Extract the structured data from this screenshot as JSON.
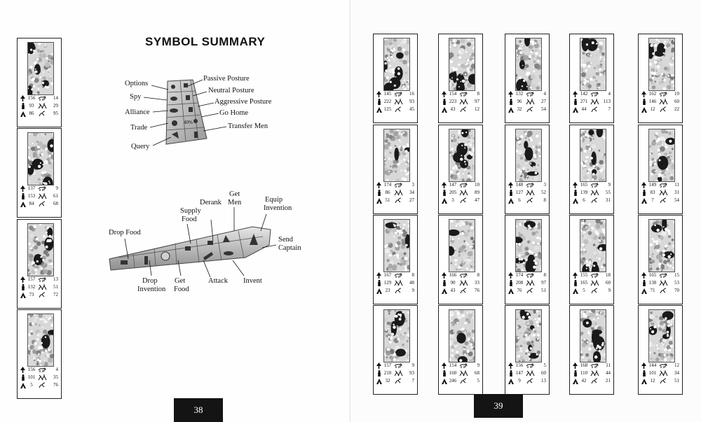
{
  "left_page": {
    "title": "SYMBOL SUMMARY",
    "page_number": "38",
    "cards": [
      {
        "trees": "156",
        "horse": "14",
        "men": "93",
        "camp": "29",
        "tent": "86",
        "bird": "95"
      },
      {
        "trees": "137",
        "horse": "9",
        "men": "153",
        "camp": "61",
        "tent": "84",
        "bird": "68"
      },
      {
        "trees": "157",
        "horse": "13",
        "men": "132",
        "camp": "51",
        "tent": "73",
        "bird": "72"
      },
      {
        "trees": "156",
        "horse": "4",
        "men": "101",
        "camp": "35",
        "tent": "5",
        "bird": "76"
      }
    ],
    "panel1_labels": {
      "options": "Options",
      "spy": "Spy",
      "alliance": "Alliance",
      "trade": "Trade",
      "query": "Query",
      "passive": "Passive Posture",
      "neutral": "Neutral  Posture",
      "aggressive": "Aggressive Posture",
      "go_home": "Go Home",
      "transfer": "Transfer Men"
    },
    "panel1_icon_text": "40%",
    "panel2_labels": {
      "drop_food": "Drop Food",
      "supply": "Supply",
      "supply2": "Food",
      "derank": "Derank",
      "get_men": "Get",
      "get_men2": "Men",
      "equip": "Equip",
      "equip2": "Invention",
      "send": "Send",
      "send2": "Captain",
      "drop_inv": "Drop",
      "drop_inv2": "Invention",
      "get_food": "Get",
      "get_food2": "Food",
      "attack": "Attack",
      "invent": "Invent"
    }
  },
  "right_page": {
    "page_number": "39",
    "cards": [
      [
        {
          "trees": "145",
          "horse": "16",
          "men": "222",
          "camp": "93",
          "tent": "125",
          "bird": "45"
        },
        {
          "trees": "154",
          "horse": "8",
          "men": "223",
          "camp": "97",
          "tent": "43",
          "bird": "12"
        },
        {
          "trees": "132",
          "horse": "4",
          "men": "96",
          "camp": "27",
          "tent": "32",
          "bird": "54"
        },
        {
          "trees": "142",
          "horse": "4",
          "men": "271",
          "camp": "113",
          "tent": "44",
          "bird": "7"
        },
        {
          "trees": "162",
          "horse": "10",
          "men": "146",
          "camp": "60",
          "tent": "12",
          "bird": "22"
        }
      ],
      [
        {
          "trees": "174",
          "horse": "3",
          "men": "86",
          "camp": "34",
          "tent": "51",
          "bird": "27"
        },
        {
          "trees": "147",
          "horse": "10",
          "men": "205",
          "camp": "89",
          "tent": "3",
          "bird": "47"
        },
        {
          "trees": "148",
          "horse": "3",
          "men": "127",
          "camp": "52",
          "tent": "6",
          "bird": "8"
        },
        {
          "trees": "165",
          "horse": "9",
          "men": "139",
          "camp": "55",
          "tent": "6",
          "bird": "31"
        },
        {
          "trees": "149",
          "horse": "11",
          "men": "83",
          "camp": "31",
          "tent": "7",
          "bird": "54"
        }
      ],
      [
        {
          "trees": "167",
          "horse": "8",
          "men": "129",
          "camp": "48",
          "tent": "23",
          "bird": "9"
        },
        {
          "trees": "166",
          "horse": "8",
          "men": "90",
          "camp": "33",
          "tent": "43",
          "bird": "76"
        },
        {
          "trees": "174",
          "horse": "8",
          "men": "208",
          "camp": "97",
          "tent": "76",
          "bird": "51"
        },
        {
          "trees": "155",
          "horse": "18",
          "men": "165",
          "camp": "60",
          "tent": "5",
          "bird": "9"
        },
        {
          "trees": "165",
          "horse": "15",
          "men": "138",
          "camp": "53",
          "tent": "71",
          "bird": "70"
        }
      ],
      [
        {
          "trees": "157",
          "horse": "9",
          "men": "210",
          "camp": "93",
          "tent": "32",
          "bird": "7"
        },
        {
          "trees": "154",
          "horse": "9",
          "men": "160",
          "camp": "68",
          "tent": "246",
          "bird": "5"
        },
        {
          "trees": "156",
          "horse": "5",
          "men": "147",
          "camp": "60",
          "tent": "9",
          "bird": "13"
        },
        {
          "trees": "168",
          "horse": "11",
          "men": "110",
          "camp": "44",
          "tent": "42",
          "bird": "21"
        },
        {
          "trees": "144",
          "horse": "12",
          "men": "101",
          "camp": "34",
          "tent": "12",
          "bird": "51"
        }
      ]
    ]
  }
}
